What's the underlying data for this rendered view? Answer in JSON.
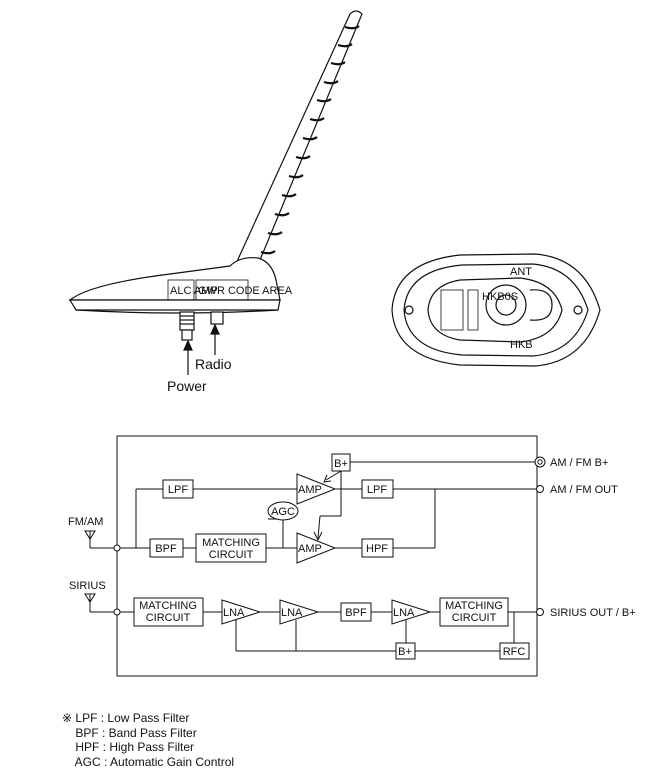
{
  "photo": {
    "power_label": "Power",
    "radio_label": "Radio",
    "base_sticker_left": "ALC AMP",
    "base_sticker_right": "GWR CODE AREA",
    "bottom_view_top_mark": "ANT",
    "bottom_view_side_mark": "HKB0S",
    "bottom_view_bottom_mark": "HKB"
  },
  "diagram": {
    "blocks": {
      "lpf_1": "LPF",
      "amp_1": "AMP",
      "bplus_1": "B+",
      "lpf_2": "LPF",
      "agc": "AGC",
      "bpf_1": "BPF",
      "matching_1_line1": "MATCHING",
      "matching_1_line2": "CIRCUIT",
      "amp_2": "AMP",
      "hpf": "HPF",
      "matching_2_line1": "MATCHING",
      "matching_2_line2": "CIRCUIT",
      "lna_1": "LNA",
      "lna_2": "LNA",
      "bpf_2": "BPF",
      "lna_3": "LNA",
      "matching_3_line1": "MATCHING",
      "matching_3_line2": "CIRCUIT",
      "bplus_2": "B+",
      "rfc": "RFC"
    },
    "inputs": {
      "fm_am": "FM/AM",
      "sirius": "SIRIUS"
    },
    "outputs": {
      "am_fm_bplus": "AM / FM B+",
      "am_fm_out": "AM / FM OUT",
      "sirius_out": "SIRIUS OUT / B+"
    }
  },
  "legend": {
    "rows": [
      "※ LPF : Low Pass Filter",
      "    BPF : Band Pass Filter",
      "    HPF : High Pass Filter",
      "    AGC : Automatic Gain Control"
    ]
  }
}
